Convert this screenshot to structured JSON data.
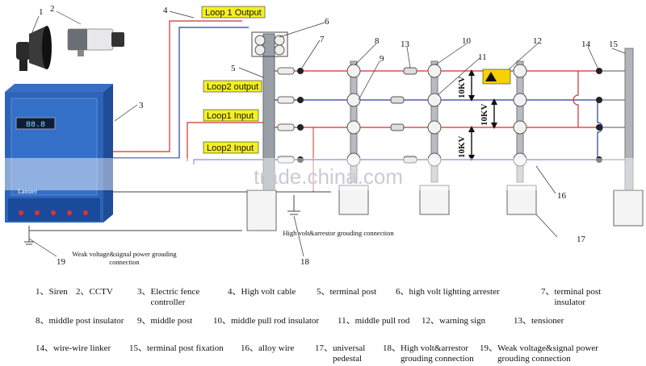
{
  "diagram": {
    "loop_labels": {
      "loop1_output": "Loop 1 Output",
      "loop2_output": "Loop2 output",
      "loop1_input": "Loop1 Input",
      "loop2_input": "Loop2 Input"
    },
    "voltage_labels": [
      "10KV",
      "10KV",
      "10KV"
    ],
    "controller_brand": "Lanster",
    "watermark": "trade.china.com",
    "callouts": [
      "1",
      "2",
      "3",
      "4",
      "5",
      "6",
      "7",
      "8",
      "9",
      "10",
      "11",
      "12",
      "13",
      "14",
      "15",
      "16",
      "17",
      "18",
      "19"
    ],
    "note_18": "High volt&arrestor grouding connection",
    "note_19": "Weak voltage&signal power grouding connection"
  },
  "legend": [
    {
      "num": "1、",
      "text": "Siren"
    },
    {
      "num": "2、",
      "text": "CCTV"
    },
    {
      "num": "3、",
      "text": "Electric fence controller"
    },
    {
      "num": "4、",
      "text": "High volt cable"
    },
    {
      "num": "5、",
      "text": "terminal post"
    },
    {
      "num": "6、",
      "text": "high volt lighting arrester"
    },
    {
      "num": "7、",
      "text": "terminal post insulator"
    },
    {
      "num": "8、",
      "text": "middle post insulator"
    },
    {
      "num": "9、",
      "text": "middle post"
    },
    {
      "num": "10、",
      "text": "middle pull rod insulator"
    },
    {
      "num": "11、",
      "text": "middle pull rod"
    },
    {
      "num": "12、",
      "text": "warning sign"
    },
    {
      "num": "13、",
      "text": "tensioner"
    },
    {
      "num": "14、",
      "text": "wire-wire linker"
    },
    {
      "num": "15、",
      "text": "terminal post fixation"
    },
    {
      "num": "16、",
      "text": "alloy wire"
    },
    {
      "num": "17、",
      "text": "universal pedestal"
    },
    {
      "num": "18、",
      "text": "High volt&arrestor grouding connection"
    },
    {
      "num": "19、",
      "text": "Weak voltage&signal power grouding connection"
    }
  ]
}
